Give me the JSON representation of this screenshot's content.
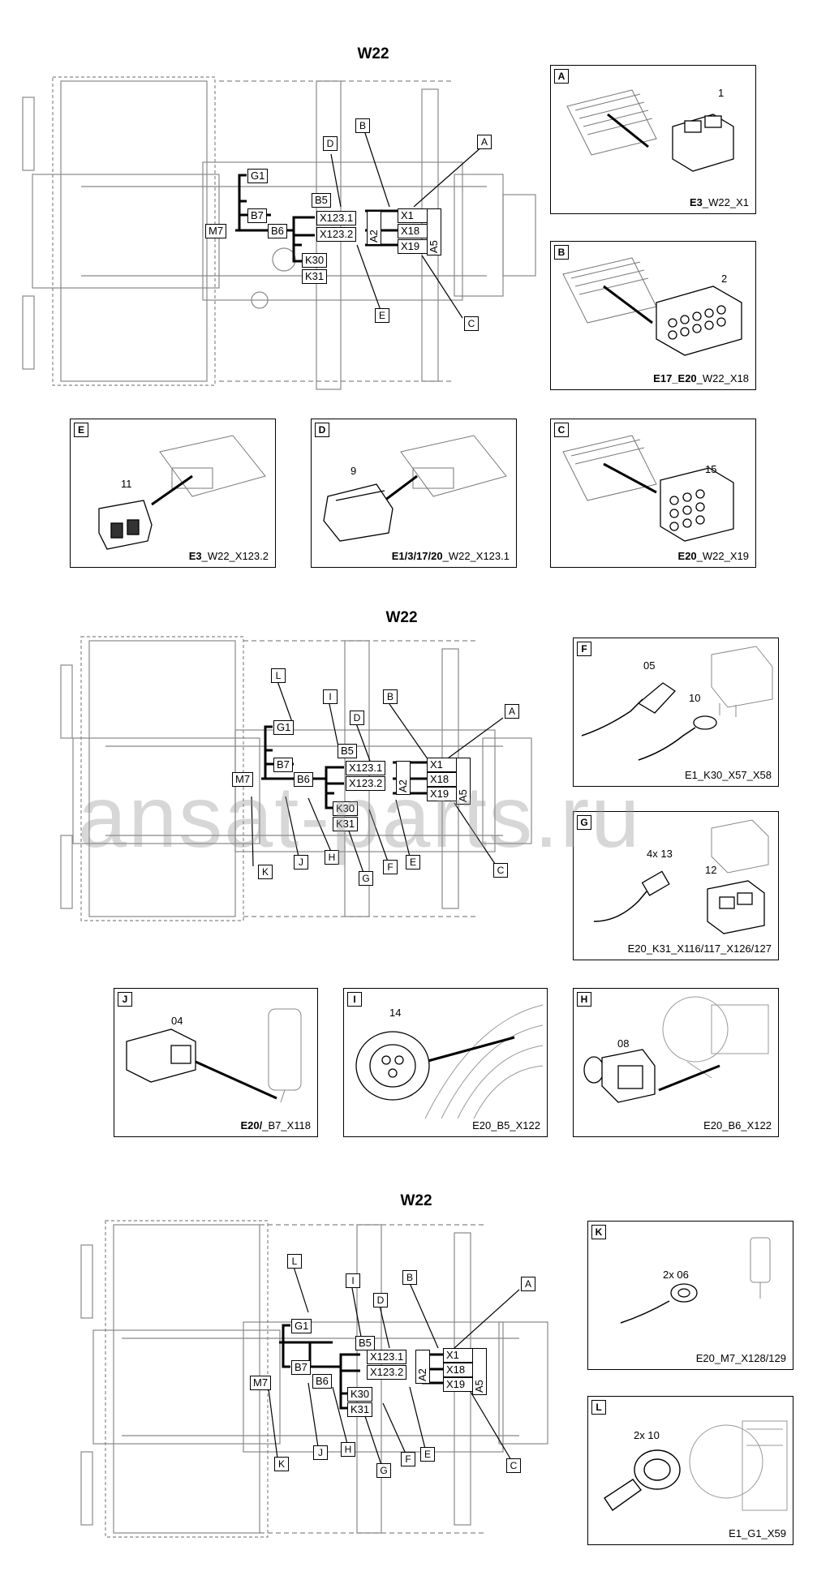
{
  "titles": [
    "W22",
    "W22",
    "W22"
  ],
  "watermark": "ansat-parts.ru",
  "diagram1": {
    "tags": {
      "g1": "G1",
      "b5": "B5",
      "b7": "B7",
      "m7": "M7",
      "b6": "B6",
      "x123_1": "X123.1",
      "x123_2": "X123.2",
      "a2": "A2",
      "x1": "X1",
      "x18": "X18",
      "x19": "X19",
      "a5": "A5",
      "k30": "K30",
      "k31": "K31"
    },
    "callouts": {
      "a": "A",
      "b": "B",
      "c": "C",
      "d": "D",
      "e": "E"
    }
  },
  "diagram2": {
    "tags": {
      "g1": "G1",
      "b5": "B5",
      "b7": "B7",
      "m7": "M7",
      "b6": "B6",
      "x123_1": "X123.1",
      "x123_2": "X123.2",
      "a2": "A2",
      "x1": "X1",
      "x18": "X18",
      "x19": "X19",
      "a5": "A5",
      "k30": "K30",
      "k31": "K31"
    },
    "callouts": {
      "l": "L",
      "i": "I",
      "d": "D",
      "b": "B",
      "a": "A",
      "k": "K",
      "j": "J",
      "h": "H",
      "g": "G",
      "f": "F",
      "e": "E",
      "c": "C"
    }
  },
  "diagram3": {
    "tags": {
      "g1": "G1",
      "b5": "B5",
      "b7": "B7",
      "m7": "M7",
      "b6": "B6",
      "x123_1": "X123.1",
      "x123_2": "X123.2",
      "a2": "A2",
      "x1": "X1",
      "x18": "X18",
      "x19": "X19",
      "a5": "A5",
      "k30": "K30",
      "k31": "K31"
    },
    "callouts": {
      "l": "L",
      "i": "I",
      "d": "D",
      "b": "B",
      "a": "A",
      "k": "K",
      "j": "J",
      "h": "H",
      "g": "G",
      "f": "F",
      "e": "E",
      "c": "C"
    }
  },
  "panels": {
    "A": {
      "letter": "A",
      "nums": [
        "1"
      ],
      "caption_bold": "E3",
      "caption_rest": "_W22_X1"
    },
    "B": {
      "letter": "B",
      "nums": [
        "2"
      ],
      "caption_bold": "E17_E20",
      "caption_rest": "_W22_X18"
    },
    "E": {
      "letter": "E",
      "nums": [
        "11"
      ],
      "caption_bold": "E3",
      "caption_rest": "_W22_X123.2"
    },
    "D": {
      "letter": "D",
      "nums": [
        "9"
      ],
      "caption_bold": "E1/3/17/20",
      "caption_rest": "_W22_X123.1"
    },
    "C": {
      "letter": "C",
      "nums": [
        "15"
      ],
      "caption_bold": "E20",
      "caption_rest": "_W22_X19"
    },
    "F": {
      "letter": "F",
      "nums": [
        "05",
        "10"
      ],
      "caption_bold": "",
      "caption_rest": "E1_K30_X57_X58"
    },
    "G": {
      "letter": "G",
      "nums": [
        "4x 13",
        "12"
      ],
      "caption_bold": "",
      "caption_rest": "E20_K31_X116/117_X126/127"
    },
    "J": {
      "letter": "J",
      "nums": [
        "04"
      ],
      "caption_bold": "E20/",
      "caption_rest": "_B7_X118"
    },
    "I": {
      "letter": "I",
      "nums": [
        "14"
      ],
      "caption_bold": "",
      "caption_rest": "E20_B5_X122"
    },
    "H": {
      "letter": "H",
      "nums": [
        "08"
      ],
      "caption_bold": "",
      "caption_rest": "E20_B6_X122"
    },
    "K": {
      "letter": "K",
      "nums": [
        "2x 06"
      ],
      "caption_bold": "",
      "caption_rest": "E20_M7_X128/129"
    },
    "L": {
      "letter": "L",
      "nums": [
        "2x 10"
      ],
      "caption_bold": "",
      "caption_rest": "E1_G1_X59"
    }
  }
}
